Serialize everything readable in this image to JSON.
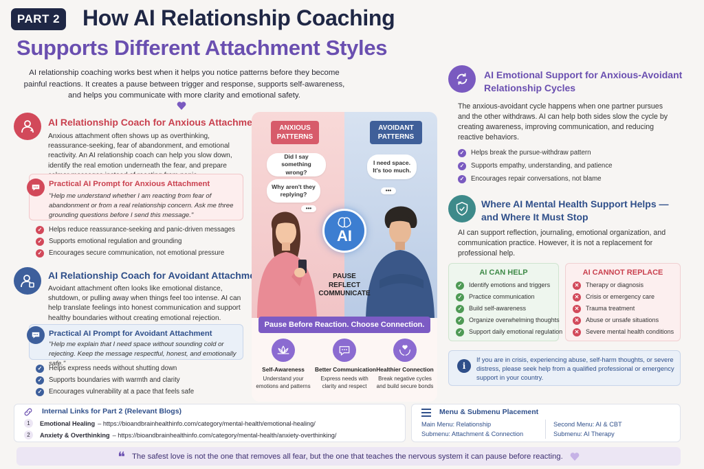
{
  "header": {
    "part_badge": "PART 2",
    "title_line1": "How AI Relationship Coaching",
    "title_line2": "Supports Different Attachment Styles",
    "intro": "AI relationship coaching works best when it helps you notice patterns before they become painful reactions. It creates a pause between trigger and response, supports self-awareness, and helps you communicate with more clarity and emotional safety."
  },
  "anxious": {
    "title": "AI Relationship Coach for Anxious Attachment",
    "body": "Anxious attachment often shows up as overthinking, reassurance-seeking, fear of abandonment, and emotional reactivity. An AI relationship coach can help you slow down, identify the real emotion underneath the fear, and prepare calmer messages instead of reacting from panic.",
    "prompt_title": "Practical AI Prompt for Anxious Attachment",
    "prompt_text": "\"Help me understand whether I am reacting from fear of abandonment or from a real relationship concern. Ask me three grounding questions before I send this message.\"",
    "bullets": [
      "Helps reduce reassurance-seeking and panic-driven messages",
      "Supports emotional regulation and grounding",
      "Encourages secure communication, not emotional pressure"
    ]
  },
  "avoidant": {
    "title": "AI Relationship Coach for Avoidant Attachment",
    "body": "Avoidant attachment often looks like emotional distance, shutdown, or pulling away when things feel too intense. AI can help translate feelings into honest communication and support healthy boundaries without creating emotional rejection.",
    "prompt_title": "Practical AI Prompt for Avoidant Attachment",
    "prompt_text": "\"Help me explain that I need space without sounding cold or rejecting. Keep the message respectful, honest, and emotionally safe.\"",
    "bullets": [
      "Helps express needs without shutting down",
      "Supports boundaries with warmth and clarity",
      "Encourages vulnerability at a pace that feels safe"
    ]
  },
  "illustration": {
    "anxious_tag": "ANXIOUS PATTERNS",
    "avoidant_tag": "AVOIDANT PATTERNS",
    "bubble1": "Did I say something wrong?",
    "bubble2": "Why aren't they replying?",
    "bubble3": "I need space. It's too much.",
    "dots": "•••",
    "ai_label": "AI",
    "pause_line1": "PAUSE",
    "pause_line2": "REFLECT",
    "pause_line3": "COMMUNICATE",
    "banner": "Pause Before Reaction. Choose Connection.",
    "features": [
      {
        "title": "Self-Awareness",
        "body": "Understand your emotions and patterns"
      },
      {
        "title": "Better Communication",
        "body": "Express needs with clarity and respect"
      },
      {
        "title": "Healthier Connection",
        "body": "Break negative cycles and build secure bonds"
      }
    ]
  },
  "cycles": {
    "title": "AI Emotional Support for Anxious-Avoidant Relationship Cycles",
    "body": "The anxious-avoidant cycle happens when one partner pursues and the other withdraws. AI can help both sides slow the cycle by creating awareness, improving communication, and reducing reactive behaviors.",
    "bullets": [
      "Helps break the pursue-withdraw pattern",
      "Supports empathy, understanding, and patience",
      "Encourages repair conversations, not blame"
    ]
  },
  "mental_health": {
    "title": "Where AI Mental Health Support Helps — and Where It Must Stop",
    "body": "AI can support reflection, journaling, emotional organization, and communication practice. However, it is not a replacement for professional help.",
    "can_help_title": "AI CAN HELP",
    "can_help": [
      "Identify emotions and triggers",
      "Practice communication",
      "Build self-awareness",
      "Organize overwhelming thoughts",
      "Support daily emotional regulation"
    ],
    "cannot_title": "AI CANNOT REPLACE",
    "cannot": [
      "Therapy or diagnosis",
      "Crisis or emergency care",
      "Trauma treatment",
      "Abuse or unsafe situations",
      "Severe mental health conditions"
    ],
    "crisis": "If you are in crisis, experiencing abuse, self-harm thoughts, or severe distress, please seek help from a qualified professional or emergency support in your country."
  },
  "links": {
    "title": "Internal Links for Part 2 (Relevant Blogs)",
    "items": [
      {
        "num": "1",
        "label": "Emotional Healing",
        "url": "– https://bioandbrainhealthinfo.com/category/mental-health/emotional-healing/"
      },
      {
        "num": "2",
        "label": "Anxiety & Overthinking",
        "url": "– https://bioandbrainhealthinfo.com/category/mental-health/anxiety-overthinking/"
      }
    ]
  },
  "menu": {
    "title": "Menu & Submenu Placement",
    "main_menu": "Main Menu: Relationship",
    "submenu1": "Submenu: Attachment & Connection",
    "second_menu": "Second Menu: AI & CBT",
    "submenu2": "Submenu: AI Therapy"
  },
  "quote": {
    "mark": "❝",
    "text": "The safest love is not the one that removes all fear, but the one that teaches the nervous system it can pause before reacting."
  },
  "colors": {
    "navy": "#1f2745",
    "purple": "#6a4fb0",
    "anxious_red": "#c9404e",
    "avoidant_blue": "#3d5f9c",
    "green": "#4e9a55",
    "teal": "#3e8a8a"
  }
}
